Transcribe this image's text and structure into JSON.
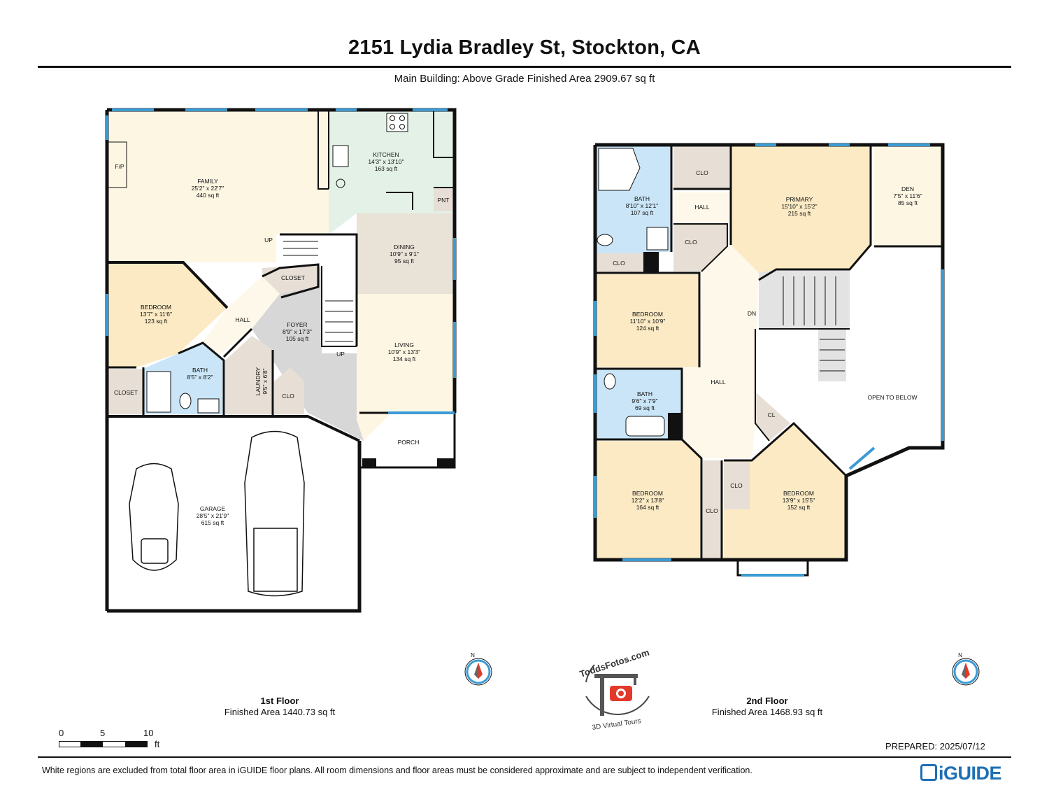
{
  "header": {
    "title": "2151 Lydia Bradley St, Stockton, CA",
    "subtitle": "Main Building: Above Grade Finished Area 2909.67 sq ft"
  },
  "floor1": {
    "name": "1st Floor",
    "area": "Finished Area 1440.73 sq ft",
    "rooms": {
      "family": {
        "name": "FAMILY",
        "dims": "25'2\" x 22'7\"",
        "area": "440 sq ft"
      },
      "kitchen": {
        "name": "KITCHEN",
        "dims": "14'3\" x 13'10\"",
        "area": "163 sq ft"
      },
      "dining": {
        "name": "DINING",
        "dims": "10'9\" x 9'1\"",
        "area": "95 sq ft"
      },
      "bedroom": {
        "name": "BEDROOM",
        "dims": "13'7\" x 11'6\"",
        "area": "123 sq ft"
      },
      "foyer": {
        "name": "FOYER",
        "dims": "8'9\" x 17'3\"",
        "area": "105 sq ft"
      },
      "living": {
        "name": "LIVING",
        "dims": "10'9\" x 13'3\"",
        "area": "134 sq ft"
      },
      "bath": {
        "name": "BATH",
        "dims": "8'5\" x 8'2\""
      },
      "laundry": {
        "name": "LAUNDRY",
        "dims": "9'5\" x 6'8\""
      },
      "garage": {
        "name": "GARAGE",
        "dims": "28'5\" x 21'9\"",
        "area": "615 sq ft"
      }
    },
    "labels": {
      "fp": "F/P",
      "pnt": "PNT",
      "up1": "UP",
      "up2": "UP",
      "closet1": "CLOSET",
      "closet2": "CLOSET",
      "hall": "HALL",
      "clo": "CLO",
      "porch": "PORCH"
    }
  },
  "floor2": {
    "name": "2nd Floor",
    "area": "Finished Area 1468.93 sq ft",
    "rooms": {
      "bath1": {
        "name": "BATH",
        "dims": "8'10\" x 12'1\"",
        "area": "107 sq ft"
      },
      "primary": {
        "name": "PRIMARY",
        "dims": "15'10\" x 15'2\"",
        "area": "215 sq ft"
      },
      "den": {
        "name": "DEN",
        "dims": "7'5\" x 11'6\"",
        "area": "85 sq ft"
      },
      "bedroom1": {
        "name": "BEDROOM",
        "dims": "11'10\" x 10'9\"",
        "area": "124 sq ft"
      },
      "bath2": {
        "name": "BATH",
        "dims": "9'6\" x 7'9\"",
        "area": "69 sq ft"
      },
      "bedroom2": {
        "name": "BEDROOM",
        "dims": "12'2\" x 13'8\"",
        "area": "164 sq ft"
      },
      "bedroom3": {
        "name": "BEDROOM",
        "dims": "13'9\" x 15'5\"",
        "area": "152 sq ft"
      }
    },
    "labels": {
      "clo1": "CLO",
      "hall1": "HALL",
      "clo2": "CLO",
      "clo3": "CLO",
      "dn": "DN",
      "hall2": "HALL",
      "open": "OPEN TO BELOW",
      "cl": "CL",
      "clo4": "CLO",
      "clo5": "CLO"
    }
  },
  "scale": {
    "ticks": [
      "0",
      "5",
      "10"
    ],
    "unit": "ft"
  },
  "compass": {
    "letter": "N"
  },
  "logo": {
    "text": "ToddsFotos.com",
    "tagline": "3D Virtual Tours"
  },
  "prepared": "PREPARED: 2025/07/12",
  "disclaimer": "White regions are excluded from total floor area in iGUIDE floor plans. All room dimensions and floor areas must be considered approximate and are subject to independent verification.",
  "brand": "iGUIDE",
  "colors": {
    "living": "#fdf6e3",
    "bedroom": "#fbeac4",
    "kitchen": "#e3f1e6",
    "bath": "#c9e5f7",
    "closet": "#e7dfd5",
    "hall": "#fdf8ea",
    "dining": "#e9e2d7",
    "foyer": "#d7d7d7",
    "wall": "#111111",
    "window": "#3a9bd5"
  }
}
